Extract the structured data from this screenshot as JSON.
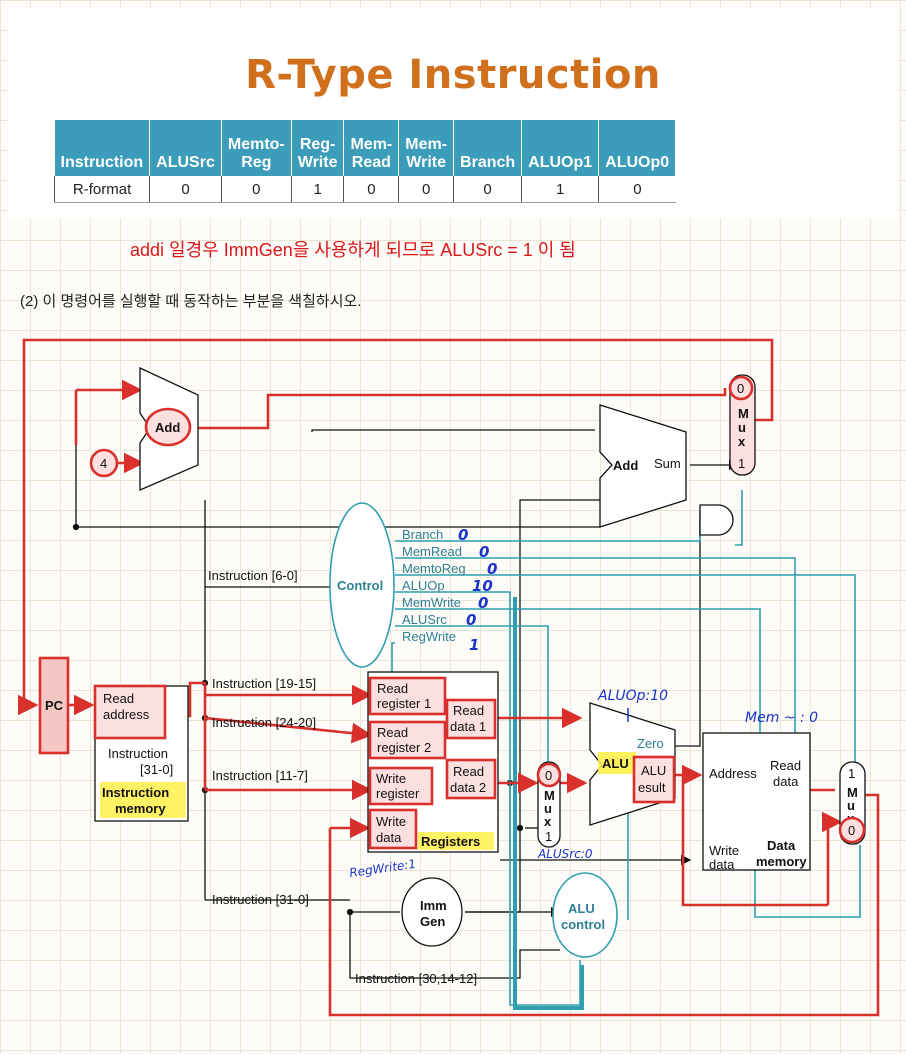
{
  "slide": {
    "title": "R-Type Instruction",
    "table": {
      "headers": [
        [
          "Instruction"
        ],
        [
          "ALUSrc"
        ],
        [
          "Memto-",
          "Reg"
        ],
        [
          "Reg-",
          "Write"
        ],
        [
          "Mem-",
          "Read"
        ],
        [
          "Mem-",
          "Write"
        ],
        [
          "Branch"
        ],
        [
          "ALUOp1"
        ],
        [
          "ALUOp0"
        ]
      ],
      "row": [
        "R-format",
        "0",
        "0",
        "1",
        "0",
        "0",
        "0",
        "1",
        "0"
      ]
    }
  },
  "note": "addi 일경우 ImmGen을 사용하게 되므로 ALUSrc = 1 이 됨",
  "question": "(2) 이 명령어를 실행할 때 동작하는 부분을 색칠하시오.",
  "diagram": {
    "add_top": "Add",
    "const_four": "4",
    "add_branch": "Add",
    "sum": "Sum",
    "mux_top": {
      "in0": "0",
      "letters": [
        "M",
        "u",
        "x"
      ],
      "in1": "1"
    },
    "control": "Control",
    "control_signals": [
      "Branch",
      "MemRead",
      "MemtoReg",
      "ALUOp",
      "MemWrite",
      "ALUSrc",
      "RegWrite"
    ],
    "handwritten_values": [
      "0",
      "0",
      "0",
      "10",
      "0",
      "0",
      "1"
    ],
    "pc": "PC",
    "read_address": [
      "Read",
      "address"
    ],
    "instruction_label": [
      "Instruction",
      "[31-0]"
    ],
    "instruction_memory": [
      "Instruction",
      "memory"
    ],
    "instr_fields": [
      "Instruction [6-0]",
      "Instruction [19-15]",
      "Instruction [24-20]",
      "Instruction [11-7]",
      "Instruction [31-0]",
      "Instruction [30,14-12]"
    ],
    "registers": {
      "read_register_1": [
        "Read",
        "register 1"
      ],
      "read_register_2": [
        "Read",
        "register 2"
      ],
      "write_register": [
        "Write",
        "register"
      ],
      "write_data": [
        "Write",
        "data"
      ],
      "read_data_1": [
        "Read",
        "data 1"
      ],
      "read_data_2": [
        "Read",
        "data 2"
      ],
      "name": "Registers"
    },
    "mux_alu": {
      "in0": "0",
      "letters": [
        "M",
        "u",
        "x"
      ],
      "in1": "1"
    },
    "alu": {
      "label": "ALU",
      "zero": "Zero",
      "result": [
        "ALU",
        "esult"
      ]
    },
    "imm_gen": [
      "Imm",
      "Gen"
    ],
    "alu_control": [
      "ALU",
      "control"
    ],
    "data_memory": {
      "address": "Address",
      "read_data": [
        "Read",
        "data"
      ],
      "write_data": [
        "Write",
        "data"
      ],
      "name": [
        "Data",
        "memory"
      ]
    },
    "mux_mem": {
      "in1": "1",
      "letters": [
        "M",
        "u",
        "x"
      ],
      "in0": "0"
    },
    "annotations": {
      "aluop": "ALUOp:10",
      "mem": "Mem ~ : 0",
      "regwrite": "RegWrite:1",
      "alusrc": "ALUSrc:0"
    }
  },
  "colors": {
    "title": "#d06f1c",
    "table_header": "#3b9db9",
    "highlight": "#d9181a",
    "teal": "#2f9fb0",
    "handwriting": "#1b34c8",
    "marker": "#fff04a"
  }
}
